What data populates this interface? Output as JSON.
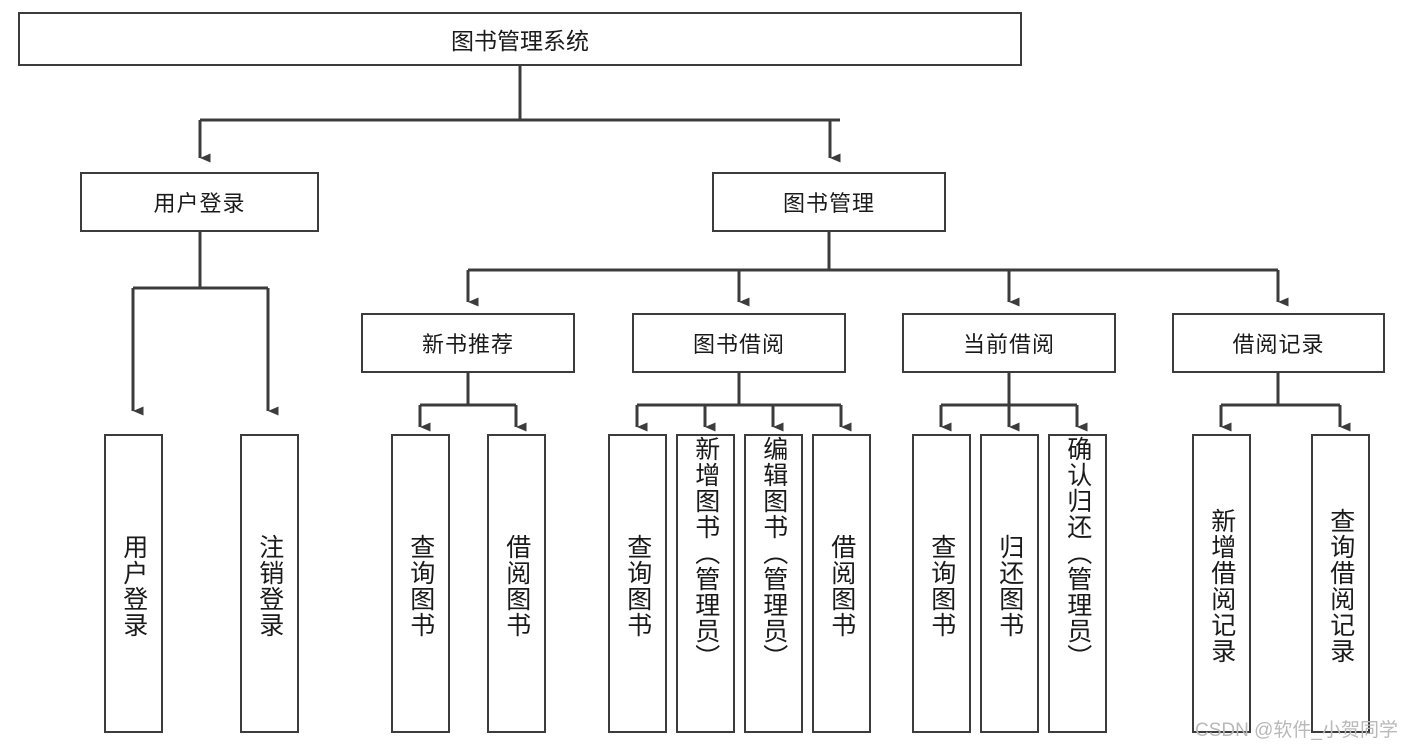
{
  "diagram": {
    "title": "图书管理系统",
    "type": "tree",
    "watermark": "CSDN @软件_小贺同学",
    "colors": {
      "box_border": "#3c3c3c",
      "box_fill": "#ffffff",
      "connector": "#3c3c3c",
      "text": "#1a1a1a",
      "watermark": "#b9b9b9"
    },
    "root": {
      "id": "root",
      "label": "图书管理系统"
    },
    "level2": [
      {
        "id": "user-login",
        "label": "用户登录"
      },
      {
        "id": "book-admin",
        "label": "图书管理"
      }
    ],
    "level3": [
      {
        "id": "new-book-rec",
        "label": "新书推荐",
        "parent": "book-admin"
      },
      {
        "id": "book-borrow",
        "label": "图书借阅",
        "parent": "book-admin"
      },
      {
        "id": "current-borrow",
        "label": "当前借阅",
        "parent": "book-admin"
      },
      {
        "id": "borrow-record",
        "label": "借阅记录",
        "parent": "book-admin"
      }
    ],
    "leaves": [
      {
        "id": "leaf-user-login",
        "label": "用户登录",
        "parent": "user-login"
      },
      {
        "id": "leaf-logout",
        "label": "注销登录",
        "parent": "user-login"
      },
      {
        "id": "leaf-query-book-1",
        "label": "查询图书",
        "parent": "new-book-rec"
      },
      {
        "id": "leaf-borrow-book-1",
        "label": "借阅图书",
        "parent": "new-book-rec"
      },
      {
        "id": "leaf-query-book-2",
        "label": "查询图书",
        "parent": "book-borrow"
      },
      {
        "id": "leaf-add-book",
        "label": "新增图书（管理员）",
        "parent": "book-borrow"
      },
      {
        "id": "leaf-edit-book",
        "label": "编辑图书（管理员）",
        "parent": "book-borrow"
      },
      {
        "id": "leaf-borrow-book-2",
        "label": "借阅图书",
        "parent": "book-borrow"
      },
      {
        "id": "leaf-query-book-3",
        "label": "查询图书",
        "parent": "current-borrow"
      },
      {
        "id": "leaf-return-book",
        "label": "归还图书",
        "parent": "current-borrow"
      },
      {
        "id": "leaf-confirm-return",
        "label": "确认归还（管理员）",
        "parent": "current-borrow"
      },
      {
        "id": "leaf-add-record",
        "label": "新增借阅记录",
        "parent": "borrow-record"
      },
      {
        "id": "leaf-query-record",
        "label": "查询借阅记录",
        "parent": "borrow-record"
      }
    ]
  }
}
